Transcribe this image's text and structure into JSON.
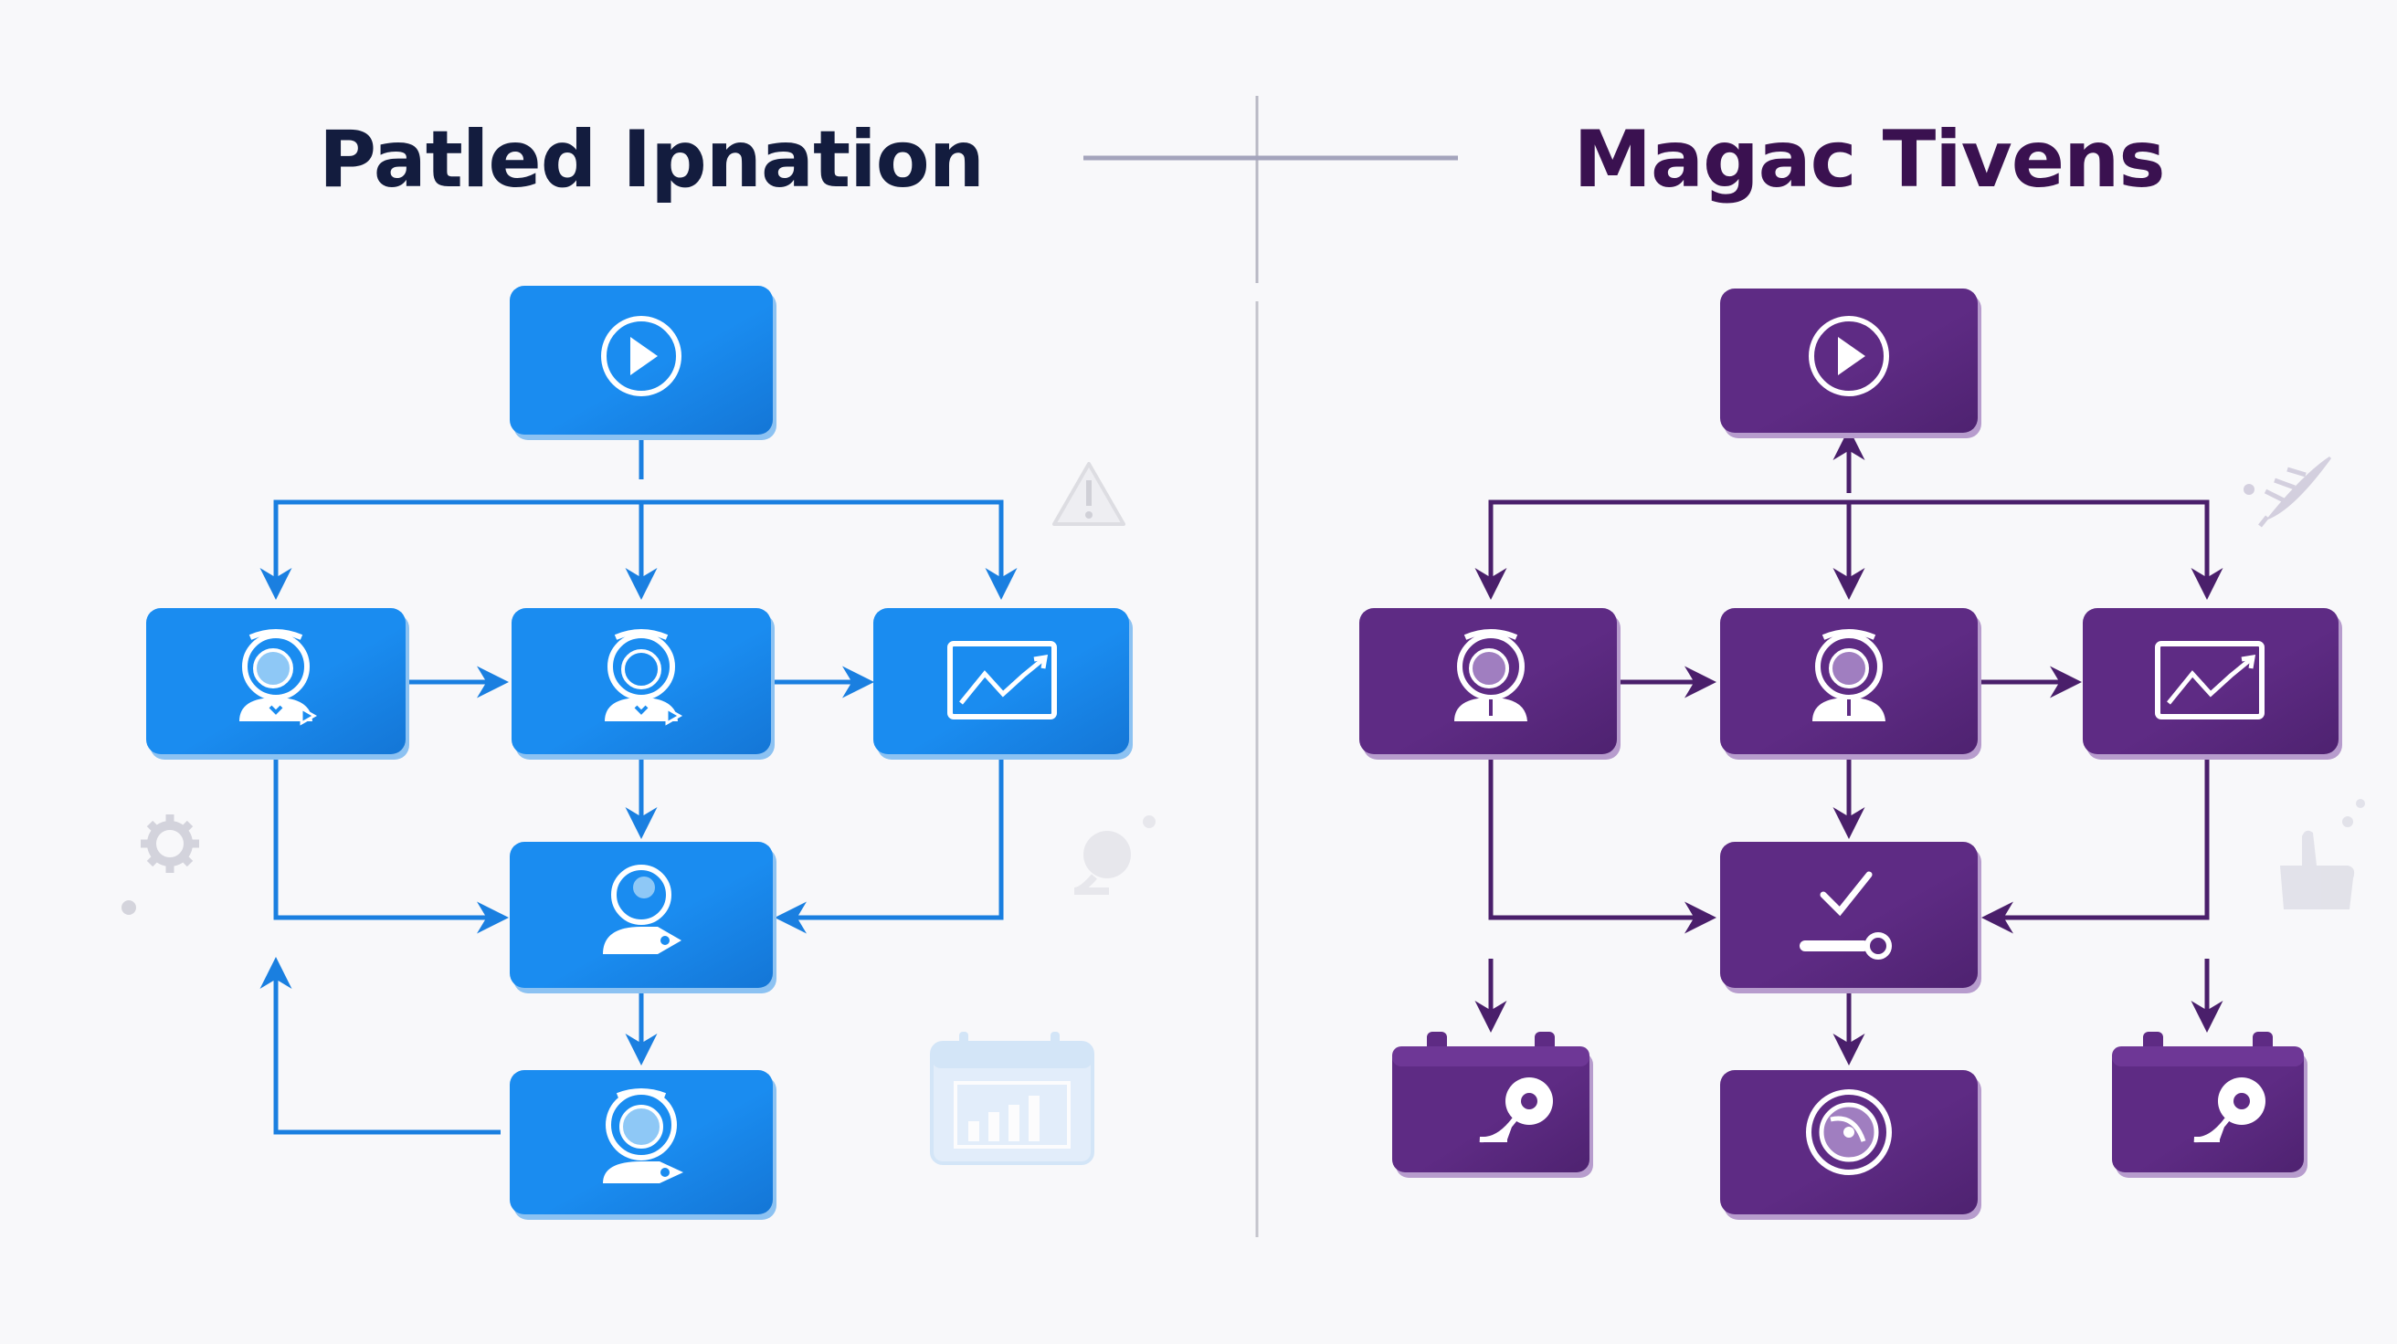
{
  "left_panel": {
    "title": "Patled Ipnation",
    "color": "#1a8cf0",
    "color_dark": "#0f6fc9",
    "title_color": "#131c3e",
    "nodes": [
      {
        "id": "start",
        "icon": "play-icon"
      },
      {
        "id": "user-a",
        "icon": "user-heart-icon"
      },
      {
        "id": "user-b",
        "icon": "user-heart-icon"
      },
      {
        "id": "chart",
        "icon": "line-chart-icon"
      },
      {
        "id": "user-c",
        "icon": "user-tag-icon"
      },
      {
        "id": "user-d",
        "icon": "user-webcam-icon"
      }
    ],
    "decorations": [
      "warning-icon",
      "gear-icon",
      "chat-bubble-icon",
      "calendar-bar-chart-icon"
    ]
  },
  "right_panel": {
    "title": "Magac Tivens",
    "color": "#5e2b84",
    "color_dark": "#4a1f6b",
    "title_color": "#3a1150",
    "nodes": [
      {
        "id": "start",
        "icon": "play-icon"
      },
      {
        "id": "user-a",
        "icon": "user-icon"
      },
      {
        "id": "user-b",
        "icon": "user-icon"
      },
      {
        "id": "chart",
        "icon": "line-chart-icon"
      },
      {
        "id": "check",
        "icon": "checkmark-tag-icon"
      },
      {
        "id": "cal-left",
        "icon": "calendar-chat-icon"
      },
      {
        "id": "record",
        "icon": "record-icon"
      },
      {
        "id": "cal-right",
        "icon": "calendar-chat-icon"
      }
    ],
    "decorations": [
      "leaf-icon",
      "hand-icon"
    ]
  }
}
